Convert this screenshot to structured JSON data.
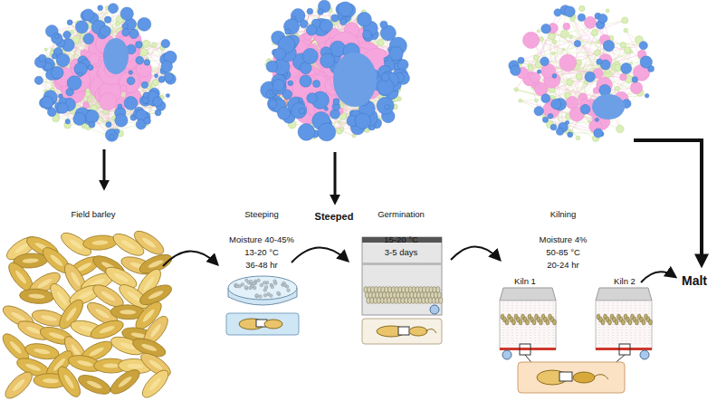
{
  "diagram": {
    "labels": [
      "Field barley",
      "Steeping",
      "Moisture  40-45%",
      "13-20 °C",
      "36-48 hr",
      "Steeped",
      "Germination",
      "15-20 °C",
      "3-5 days",
      "Kilning",
      "Moisture 4%",
      "50-85 °C",
      "20-24 hr",
      "Kiln 1",
      "Kiln 2",
      "Malt"
    ]
  }
}
